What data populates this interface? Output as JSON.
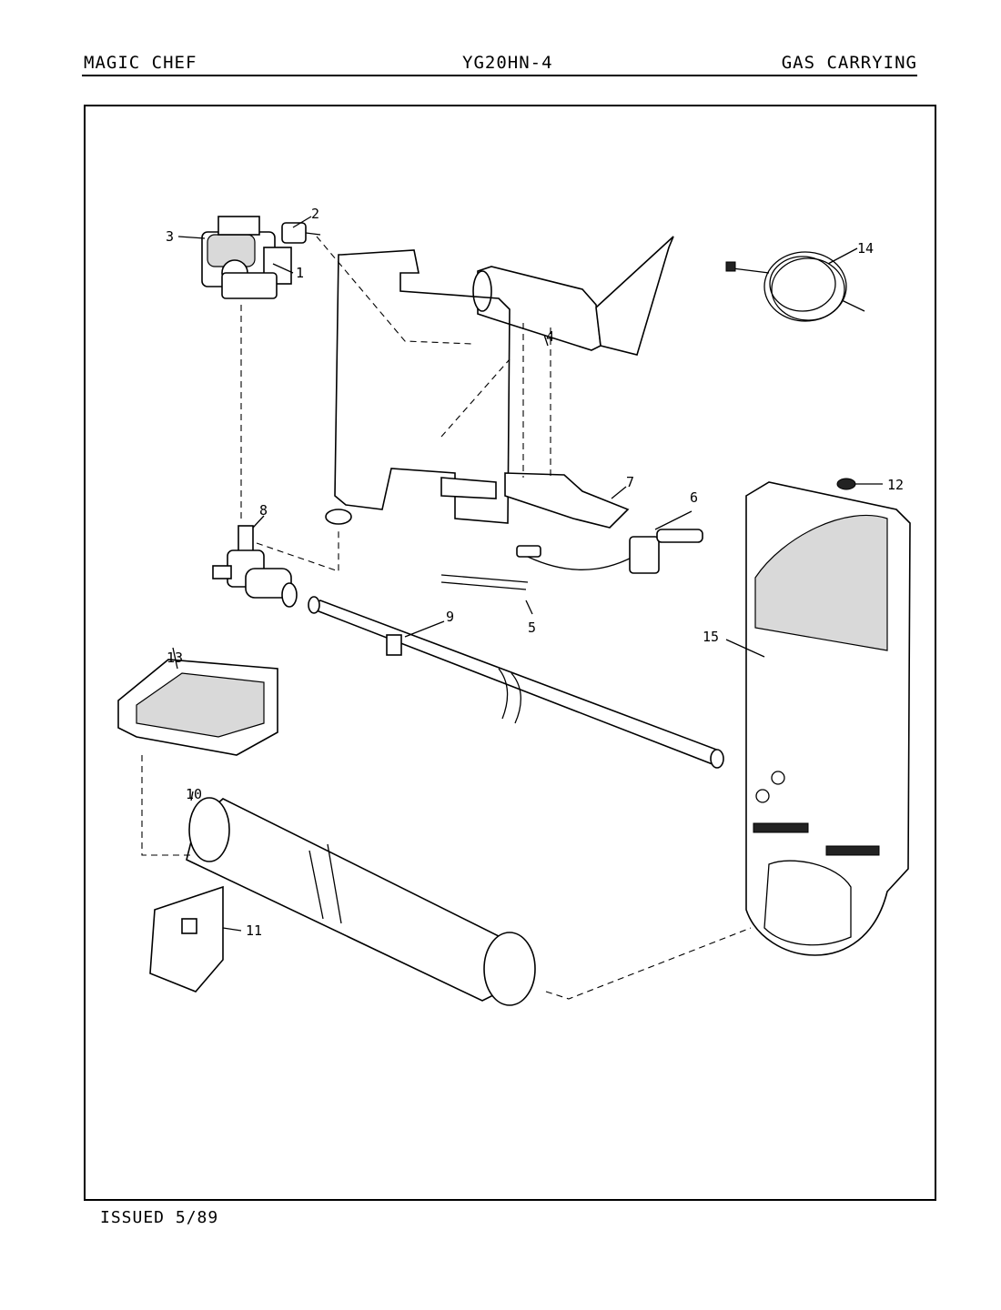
{
  "header": {
    "brand": "MAGIC CHEF",
    "model": "YG20HN-4",
    "section": "GAS CARRYING"
  },
  "footer": {
    "issued": "ISSUED 5/89"
  },
  "callouts": [
    "1",
    "2",
    "3",
    "4",
    "5",
    "6",
    "7",
    "8",
    "9",
    "10",
    "11",
    "12",
    "13",
    "14",
    "15"
  ]
}
